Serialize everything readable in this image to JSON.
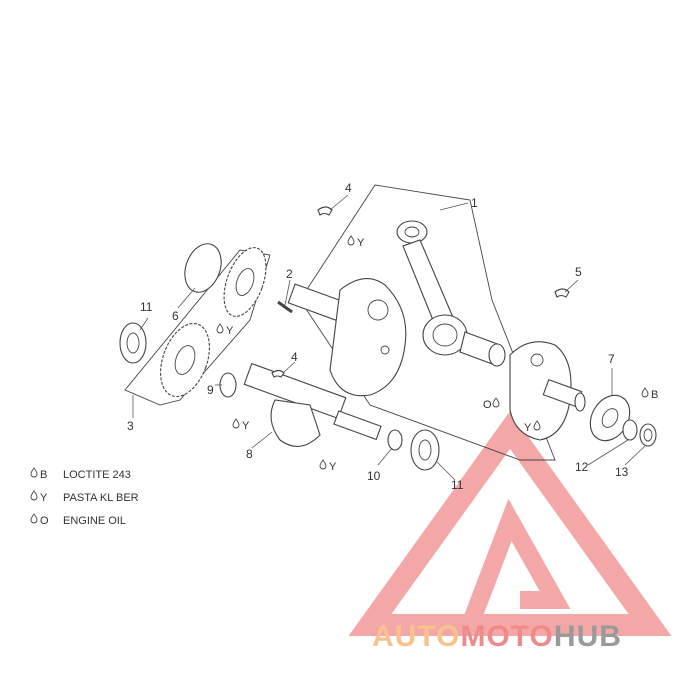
{
  "callouts": {
    "c1": "1",
    "c2": "2",
    "c3": "3",
    "c4a": "4",
    "c4b": "4",
    "c5": "5",
    "c6": "6",
    "c7": "7",
    "c8": "8",
    "c9": "9",
    "c10": "10",
    "c11a": "11",
    "c11b": "11",
    "c12": "12",
    "c13": "13"
  },
  "markers": {
    "y1": "Y",
    "y2": "Y",
    "y3": "Y",
    "y4": "Y",
    "y5": "Y",
    "o1": "O",
    "b1": "B"
  },
  "legend": [
    {
      "code": "B",
      "label": "LOCTITE 243"
    },
    {
      "code": "Y",
      "label": "PASTA KL BER"
    },
    {
      "code": "O",
      "label": "ENGINE OIL"
    }
  ],
  "watermark": {
    "part1": "AUTO",
    "part2": "MOTO",
    "part3": "HUB",
    "color1": "#f6c38f",
    "color2": "#f08a8a",
    "color3": "#9a9a9a"
  },
  "icons": [
    "lubricant-drop-icon",
    "automotohub-logo-icon"
  ]
}
